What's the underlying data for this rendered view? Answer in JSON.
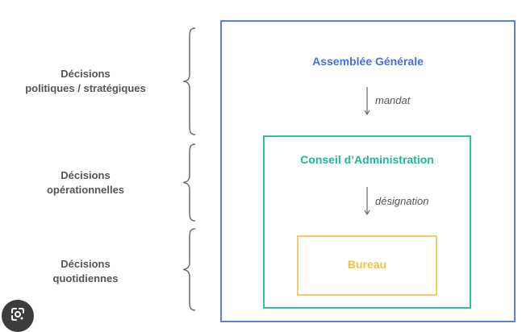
{
  "levels": [
    {
      "label": "Décisions\npolitiques / stratégiques"
    },
    {
      "label": "Décisions\nopérationnelles"
    },
    {
      "label": "Décisions\nquotidiennes"
    }
  ],
  "bodies": {
    "assemblee": {
      "title": "Assemblée Générale",
      "color": "#4a6fe0"
    },
    "conseil": {
      "title": "Conseil d’Administration",
      "color": "#22b796"
    },
    "bureau": {
      "title": "Bureau",
      "color": "#f2c04a"
    }
  },
  "relations": {
    "mandat": "mandat",
    "designation": "désignation"
  },
  "icons": {
    "lens": "camera-lens-icon"
  }
}
